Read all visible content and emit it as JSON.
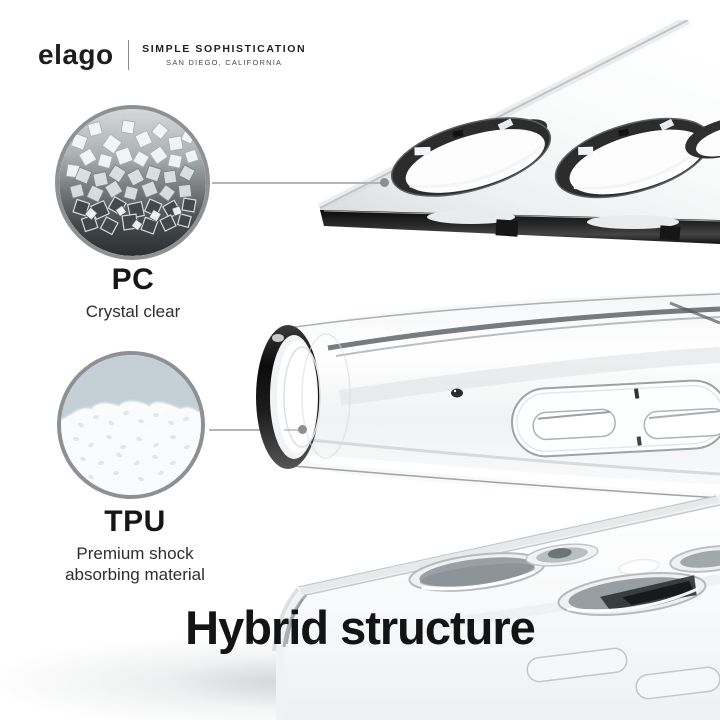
{
  "brand": {
    "logo_text": "elago",
    "tagline": "SIMPLE SOPHISTICATION",
    "location": "SAN DIEGO, CALIFORNIA"
  },
  "materials": [
    {
      "name": "PC",
      "description": "Crystal clear"
    },
    {
      "name": "TPU",
      "description_line1": "Premium shock",
      "description_line2": "absorbing material"
    }
  ],
  "title": "Hybrid structure",
  "colors": {
    "background": "#ffffff",
    "text_primary": "#161616",
    "text_secondary": "#2e2e2e",
    "circle_border": "#8e9093",
    "leader_line": "#b4b4b4",
    "leader_dot": "#8f8f8f"
  }
}
